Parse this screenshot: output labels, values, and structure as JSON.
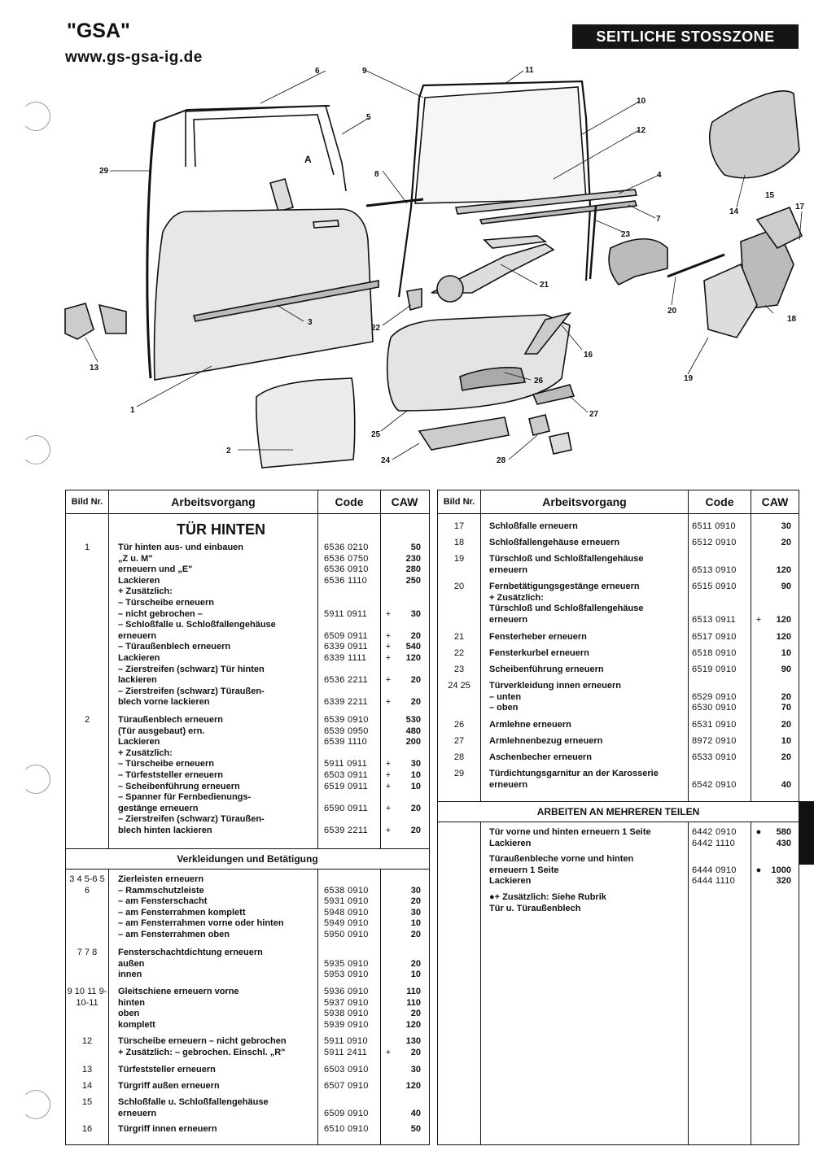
{
  "header": {
    "model": "\"GSA\"",
    "url": "www.gs-gsa-ig.de",
    "section": "SEITLICHE STOSSZONE"
  },
  "diagram": {
    "callouts": [
      "1",
      "2",
      "3",
      "4",
      "5",
      "6",
      "7",
      "8",
      "9",
      "10",
      "11",
      "12",
      "13",
      "14",
      "15",
      "16",
      "17",
      "18",
      "19",
      "20",
      "21",
      "22",
      "23",
      "24",
      "25",
      "26",
      "27",
      "28",
      "29",
      "A"
    ]
  },
  "table_header": {
    "bild": "Bild Nr.",
    "work": "Arbeitsvorgang",
    "code": "Code",
    "caw": "CAW"
  },
  "left_table": {
    "title": "TÜR HINTEN",
    "band": "Verkleidungen und Betätigung",
    "rows": [
      {
        "bild": "1",
        "text": "Tür hinten aus- und einbauen\n              „Z u. M\"\n              erneuern und „E\"\n              Lackieren\n+ Zusätzlich:\n   – Türscheibe erneuern\n      – nicht gebrochen –\n   – Schloßfalle u. Schloßfallengehäuse\n      erneuern\n   – Türaußenblech erneuern\n                                   Lackieren\n   – Zierstreifen (schwarz) Tür hinten\n      lackieren\n   – Zierstreifen (schwarz) Türaußen-\n      blech vorne lackieren",
        "code": "6536 0210\n6536 0750\n6536 0910\n6536 1110\n\n\n5911 0911\n\n6509 0911\n6339 0911\n6339 1111\n\n6536 2211\n\n6339 2211",
        "plus": "\n\n\n\n\n\n+\n\n+\n+\n+\n\n+\n\n+",
        "caw": "50\n230\n280\n250\n\n\n30\n\n20\n540\n120\n\n20\n\n20"
      },
      {
        "bild": "2",
        "text": "Türaußenblech erneuern\n                     (Tür ausgebaut) ern.\n                     Lackieren\n+ Zusätzlich:\n   – Türscheibe erneuern\n   – Türfeststeller erneuern\n   – Scheibenführung erneuern\n   – Spanner für Fernbedienungs-\n      gestänge erneuern\n   – Zierstreifen (schwarz) Türaußen-\n      blech hinten lackieren",
        "code": "6539 0910\n6539 0950\n6539 1110\n\n5911 0911\n6503 0911\n6519 0911\n\n6590 0911\n\n6539 2211",
        "plus": "\n\n\n\n+\n+\n+\n\n+\n\n+",
        "caw": "530\n480\n200\n\n30\n10\n10\n\n20\n\n20"
      },
      {
        "bild": "\n3\n4\n5-6\n5\n6",
        "text": "Zierleisten erneuern\n– Rammschutzleiste\n– am Fensterschacht\n– am Fensterrahmen komplett\n– am Fensterrahmen vorne oder hinten\n– am Fensterrahmen oben",
        "code": "\n6538 0910\n5931 0910\n5948 0910\n5949 0910\n5950 0910",
        "plus": "",
        "caw": "\n30\n20\n30\n10\n20"
      },
      {
        "bild": "7\n7\n8",
        "text": "Fensterschachtdichtung erneuern\n                                           außen\n                                            innen",
        "code": "\n5935 0910\n5953 0910",
        "plus": "",
        "caw": "\n20\n10"
      },
      {
        "bild": "9\n10\n11\n9-10-11",
        "text": "Gleitschiene erneuern vorne\n                              hinten\n                              oben\n                              komplett",
        "code": "5936 0910\n5937 0910\n5938 0910\n5939 0910",
        "plus": "",
        "caw": "110\n110\n20\n120"
      },
      {
        "bild": "12",
        "text": "Türscheibe erneuern – nicht gebrochen\n+ Zusätzlich: – gebrochen. Einschl. „R\"",
        "code": "5911 0910\n5911 2411",
        "plus": "\n+",
        "caw": "130\n20"
      },
      {
        "bild": "13",
        "text": "Türfeststeller erneuern",
        "code": "6503 0910",
        "plus": "",
        "caw": "30"
      },
      {
        "bild": "14",
        "text": "Türgriff außen erneuern",
        "code": "6507 0910",
        "plus": "",
        "caw": "120"
      },
      {
        "bild": "15",
        "text": "Schloßfalle u. Schloßfallengehäuse\n   erneuern",
        "code": "\n6509 0910",
        "plus": "",
        "caw": "\n40"
      },
      {
        "bild": "16",
        "text": "Türgriff innen erneuern",
        "code": "6510 0910",
        "plus": "",
        "caw": "50"
      }
    ]
  },
  "right_table": {
    "band": "ARBEITEN AN MEHREREN TEILEN",
    "rows": [
      {
        "bild": "17",
        "text": "Schloßfalle erneuern",
        "code": "6511 0910",
        "plus": "",
        "caw": "30"
      },
      {
        "bild": "18",
        "text": "Schloßfallengehäuse erneuern",
        "code": "6512 0910",
        "plus": "",
        "caw": "20"
      },
      {
        "bild": "19",
        "text": "Türschloß und Schloßfallengehäuse\n   erneuern",
        "code": "\n6513 0910",
        "plus": "",
        "caw": "\n120"
      },
      {
        "bild": "20",
        "text": "Fernbetätigungsgestänge erneuern\n+ Zusätzlich:\n   Türschloß und Schloßfallengehäuse\n   erneuern",
        "code": "6515 0910\n\n\n6513 0911",
        "plus": "\n\n\n+",
        "caw": "90\n\n\n120"
      },
      {
        "bild": "21",
        "text": "Fensterheber erneuern",
        "code": "6517 0910",
        "plus": "",
        "caw": "120"
      },
      {
        "bild": "22",
        "text": "Fensterkurbel erneuern",
        "code": "6518 0910",
        "plus": "",
        "caw": "10"
      },
      {
        "bild": "23",
        "text": "Scheibenführung erneuern",
        "code": "6519 0910",
        "plus": "",
        "caw": "90"
      },
      {
        "bild": "\n24\n25",
        "text": "Türverkleidung innen erneuern\n– unten\n– oben",
        "code": "\n6529 0910\n6530 0910",
        "plus": "",
        "caw": "\n20\n70"
      },
      {
        "bild": "26",
        "text": "Armlehne erneuern",
        "code": "6531 0910",
        "plus": "",
        "caw": "20"
      },
      {
        "bild": "27",
        "text": "Armlehnenbezug erneuern",
        "code": "8972 0910",
        "plus": "",
        "caw": "10"
      },
      {
        "bild": "28",
        "text": "Aschenbecher erneuern",
        "code": "6533 0910",
        "plus": "",
        "caw": "20"
      },
      {
        "bild": "29",
        "text": "Türdichtungsgarnitur an der Karosserie\n   erneuern",
        "code": "\n6542 0910",
        "plus": "",
        "caw": "\n40"
      }
    ],
    "multi_rows": [
      {
        "bild": "",
        "text": "Tür vorne und hinten erneuern   1 Seite\n                                         Lackieren",
        "code": "6442 0910\n6442 1110",
        "plus": "●",
        "caw": "580\n430"
      },
      {
        "bild": "",
        "text": "Türaußenbleche vorne und hinten\n   erneuern                               1 Seite\n                                         Lackieren",
        "code": "\n6444 0910\n6444 1110",
        "plus": "\n●",
        "caw": "\n1000\n320"
      },
      {
        "bild": "",
        "text": "●+ Zusätzlich: Siehe Rubrik\n    Tür u. Türaußenblech",
        "code": "",
        "plus": "",
        "caw": ""
      }
    ]
  }
}
